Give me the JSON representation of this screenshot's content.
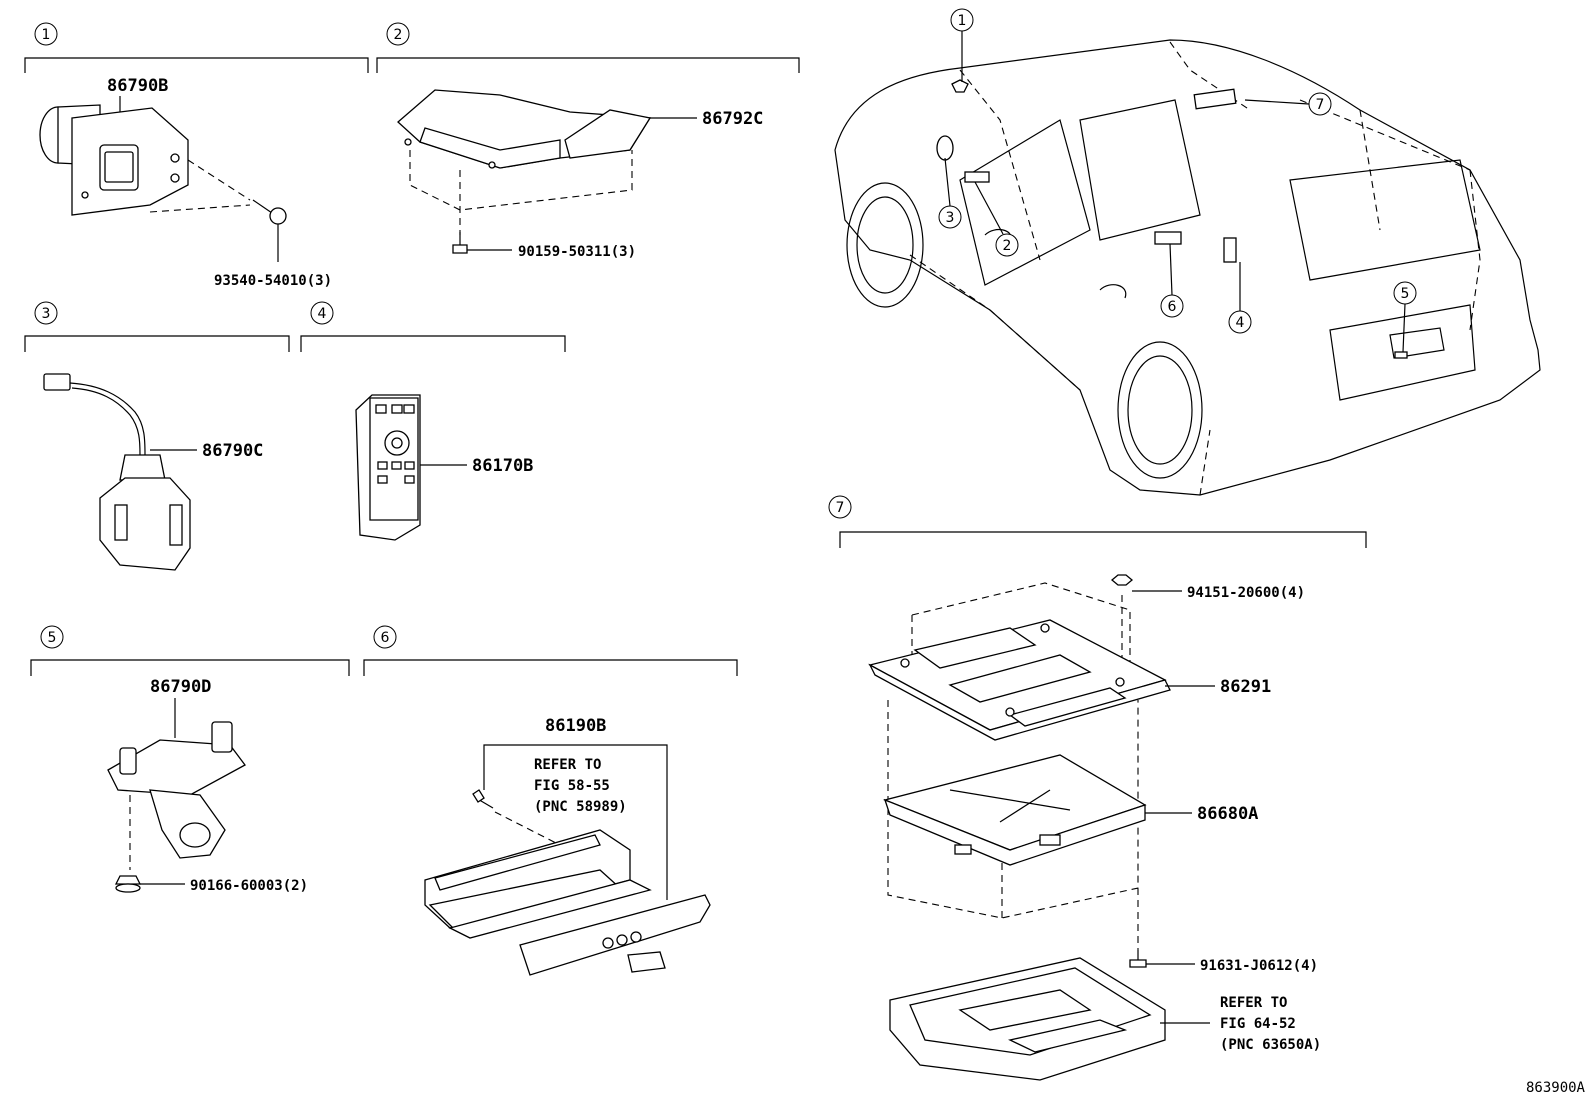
{
  "sections": [
    {
      "num": "1",
      "parts": [
        "86790B",
        "93540-54010(3)"
      ]
    },
    {
      "num": "2",
      "parts": [
        "86792C",
        "90159-50311(3)"
      ]
    },
    {
      "num": "3",
      "parts": [
        "86790C"
      ]
    },
    {
      "num": "4",
      "parts": [
        "86170B"
      ]
    },
    {
      "num": "5",
      "parts": [
        "86790D",
        "90166-60003(2)"
      ]
    },
    {
      "num": "6",
      "parts": [
        "86190B"
      ]
    },
    {
      "num": "7",
      "parts": [
        "94151-20600(4)",
        "86291",
        "86680A",
        "91631-J0612(4)"
      ]
    }
  ],
  "refs": {
    "ref6": [
      "REFER TO",
      "FIG 58-55",
      "(PNC 58989)"
    ],
    "ref7": [
      "REFER TO",
      "FIG 64-52",
      "(PNC 63650A)"
    ]
  },
  "vehicle_callouts": [
    "1",
    "7",
    "3",
    "2",
    "6",
    "4",
    "5"
  ],
  "figure_code": "863900A"
}
